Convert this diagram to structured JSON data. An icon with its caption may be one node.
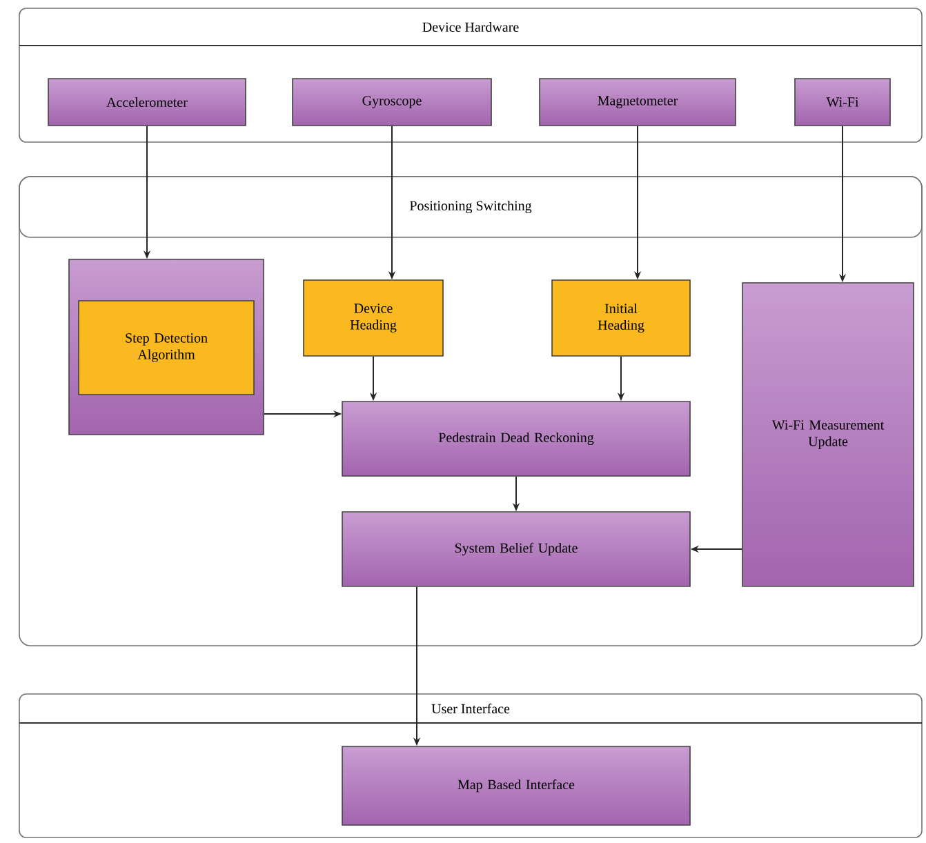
{
  "diagram": {
    "nodes": [
      {
        "text": [
          "Device Hardware"
        ]
      },
      {
        "text": [
          "Accelerometer"
        ],
        "in": 0
      },
      {
        "text": [
          "Gyroscope"
        ],
        "in": 0
      },
      {
        "text": [
          "Magnetometer"
        ],
        "in": 0
      },
      {
        "text": [
          "Wi-Fi"
        ],
        "in": 0
      },
      {
        "text": [
          "Positioning Switching"
        ]
      },
      {
        "text": [],
        "shape": "box",
        "in": 5
      },
      {
        "text": [
          "Step Detection Algorithm"
        ],
        "in": 6
      },
      {
        "text": [
          "Device Heading"
        ],
        "in": 5
      },
      {
        "text": [
          "Initial Heading"
        ],
        "in": 5
      },
      {
        "text": [
          "Wi-Fi Measurement Update"
        ],
        "in": 5
      },
      {
        "text": [
          "Pedestrain Dead Reckoning"
        ],
        "in": 5
      },
      {
        "text": [
          "System Belief Update"
        ],
        "in": 5
      },
      {
        "text": [
          "User Interface"
        ]
      },
      {
        "text": [
          "Map Based Interface"
        ],
        "in": 13
      }
    ],
    "edges": [
      {
        "from": 1,
        "to": 6,
        "arrow": "to"
      },
      {
        "from": 2,
        "to": 8,
        "arrow": "to"
      },
      {
        "from": 3,
        "to": 9,
        "arrow": "to"
      },
      {
        "from": 4,
        "to": 10,
        "arrow": "to"
      },
      {
        "from": 6,
        "to": 11,
        "arrow": "to"
      },
      {
        "from": 8,
        "to": 11,
        "arrow": "to"
      },
      {
        "from": 9,
        "to": 11,
        "arrow": "to"
      },
      {
        "from": 11,
        "to": 12,
        "arrow": "to"
      },
      {
        "from": 10,
        "to": 12,
        "arrow": "to"
      },
      {
        "from": 12,
        "to": 14,
        "arrow": "to"
      }
    ]
  }
}
